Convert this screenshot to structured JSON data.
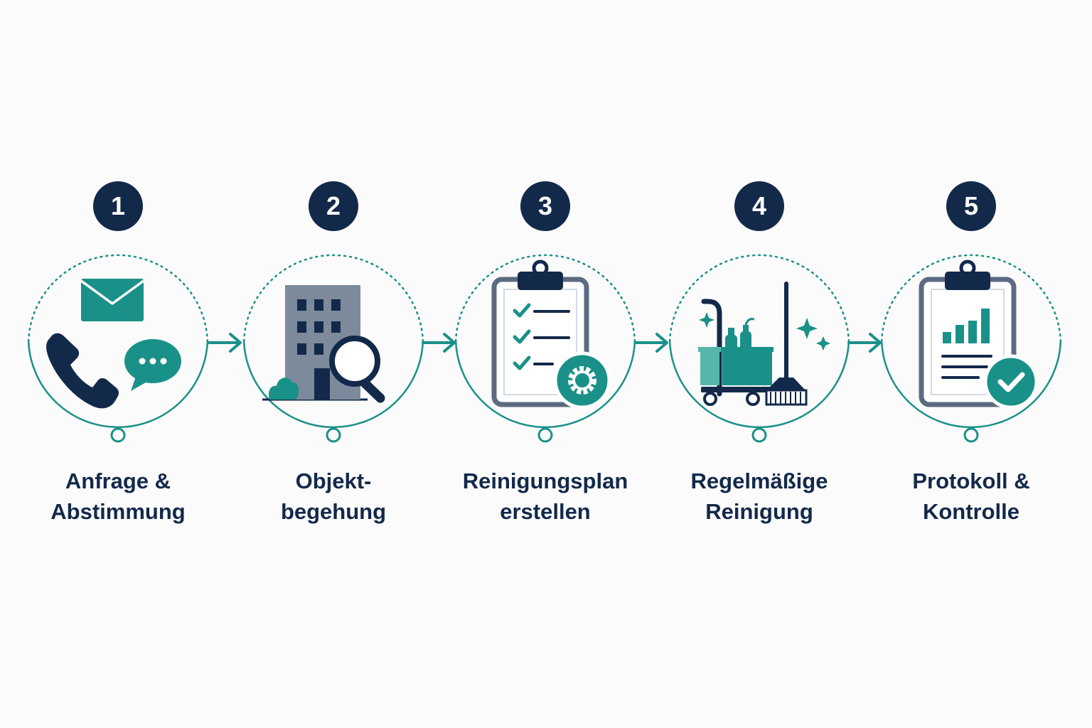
{
  "colors": {
    "navy": "#13294a",
    "teal": "#1a9188",
    "teal_light": "#57b6aa",
    "slate": "#7d8a9c",
    "background": "#fbfbfb"
  },
  "steps": [
    {
      "number": "1",
      "label_lines": [
        "Anfrage &",
        "Abstimmung"
      ],
      "icons": [
        "envelope-icon",
        "phone-icon",
        "chat-bubble-icon"
      ]
    },
    {
      "number": "2",
      "label_lines": [
        "Objekt-",
        "begehung"
      ],
      "icons": [
        "building-icon",
        "magnifier-icon",
        "shrub-icon"
      ]
    },
    {
      "number": "3",
      "label_lines": [
        "Reinigungsplan",
        "erstellen"
      ],
      "icons": [
        "clipboard-checklist-icon",
        "gear-icon"
      ]
    },
    {
      "number": "4",
      "label_lines": [
        "Regelmäßige",
        "Reinigung"
      ],
      "icons": [
        "cleaning-cart-icon",
        "broom-icon",
        "sparkle-icon"
      ]
    },
    {
      "number": "5",
      "label_lines": [
        "Protokoll &",
        "Kontrolle"
      ],
      "icons": [
        "clipboard-chart-icon",
        "check-circle-icon"
      ]
    }
  ],
  "connector_icon": "arrow-right-icon"
}
